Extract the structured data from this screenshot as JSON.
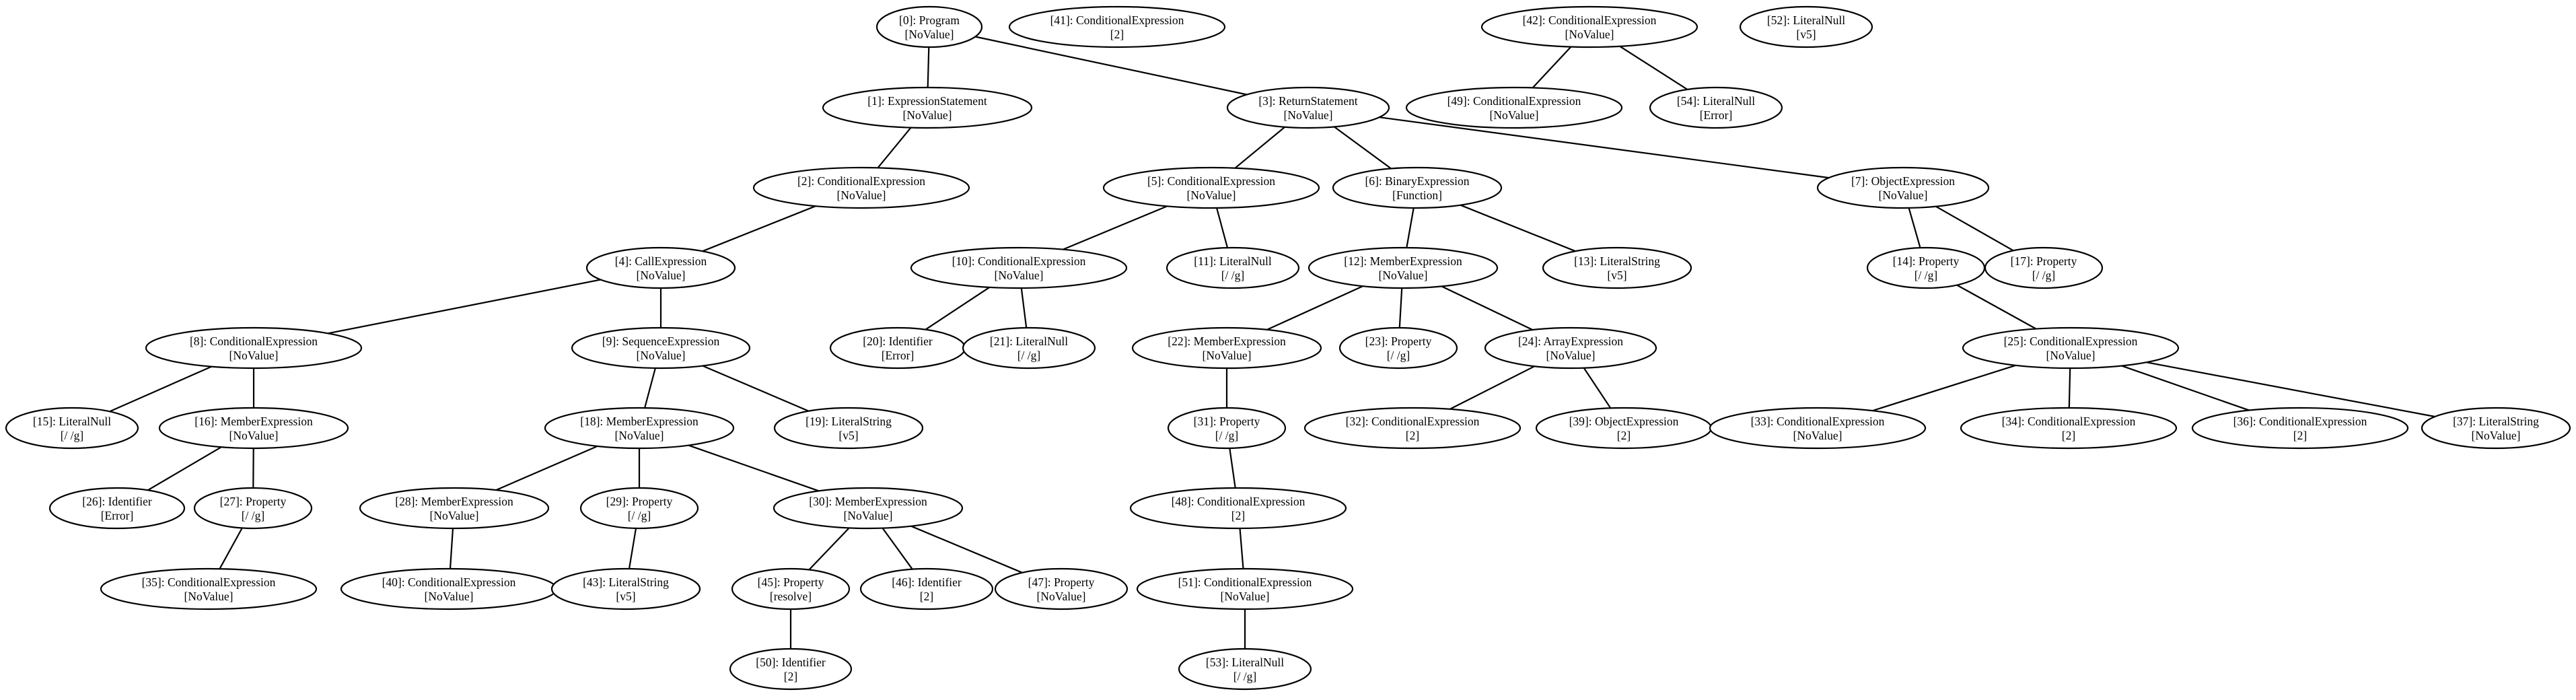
{
  "nodes": [
    {
      "id": 0,
      "line1": "[0]: Program",
      "line2": "[NoValue]"
    },
    {
      "id": 41,
      "line1": "[41]: ConditionalExpression",
      "line2": "[2]"
    },
    {
      "id": 42,
      "line1": "[42]: ConditionalExpression",
      "line2": "[NoValue]"
    },
    {
      "id": 52,
      "line1": "[52]: LiteralNull",
      "line2": "[v5]"
    },
    {
      "id": 1,
      "line1": "[1]: ExpressionStatement",
      "line2": "[NoValue]"
    },
    {
      "id": 3,
      "line1": "[3]: ReturnStatement",
      "line2": "[NoValue]"
    },
    {
      "id": 49,
      "line1": "[49]: ConditionalExpression",
      "line2": "[NoValue]"
    },
    {
      "id": 54,
      "line1": "[54]: LiteralNull",
      "line2": "[Error]"
    },
    {
      "id": 2,
      "line1": "[2]: ConditionalExpression",
      "line2": "[NoValue]"
    },
    {
      "id": 5,
      "line1": "[5]: ConditionalExpression",
      "line2": "[NoValue]"
    },
    {
      "id": 6,
      "line1": "[6]: BinaryExpression",
      "line2": "[Function]"
    },
    {
      "id": 7,
      "line1": "[7]: ObjectExpression",
      "line2": "[NoValue]"
    },
    {
      "id": 4,
      "line1": "[4]: CallExpression",
      "line2": "[NoValue]"
    },
    {
      "id": 10,
      "line1": "[10]: ConditionalExpression",
      "line2": "[NoValue]"
    },
    {
      "id": 11,
      "line1": "[11]: LiteralNull",
      "line2": "[/ /g]"
    },
    {
      "id": 12,
      "line1": "[12]: MemberExpression",
      "line2": "[NoValue]"
    },
    {
      "id": 13,
      "line1": "[13]: LiteralString",
      "line2": "[v5]"
    },
    {
      "id": 14,
      "line1": "[14]: Property",
      "line2": "[/ /g]"
    },
    {
      "id": 17,
      "line1": "[17]: Property",
      "line2": "[/ /g]"
    },
    {
      "id": 8,
      "line1": "[8]: ConditionalExpression",
      "line2": "[NoValue]"
    },
    {
      "id": 9,
      "line1": "[9]: SequenceExpression",
      "line2": "[NoValue]"
    },
    {
      "id": 20,
      "line1": "[20]: Identifier",
      "line2": "[Error]"
    },
    {
      "id": 21,
      "line1": "[21]: LiteralNull",
      "line2": "[/ /g]"
    },
    {
      "id": 22,
      "line1": "[22]: MemberExpression",
      "line2": "[NoValue]"
    },
    {
      "id": 23,
      "line1": "[23]: Property",
      "line2": "[/ /g]"
    },
    {
      "id": 24,
      "line1": "[24]: ArrayExpression",
      "line2": "[NoValue]"
    },
    {
      "id": 25,
      "line1": "[25]: ConditionalExpression",
      "line2": "[NoValue]"
    },
    {
      "id": 15,
      "line1": "[15]: LiteralNull",
      "line2": "[/ /g]"
    },
    {
      "id": 16,
      "line1": "[16]: MemberExpression",
      "line2": "[NoValue]"
    },
    {
      "id": 18,
      "line1": "[18]: MemberExpression",
      "line2": "[NoValue]"
    },
    {
      "id": 19,
      "line1": "[19]: LiteralString",
      "line2": "[v5]"
    },
    {
      "id": 31,
      "line1": "[31]: Property",
      "line2": "[/ /g]"
    },
    {
      "id": 32,
      "line1": "[32]: ConditionalExpression",
      "line2": "[2]"
    },
    {
      "id": 39,
      "line1": "[39]: ObjectExpression",
      "line2": "[2]"
    },
    {
      "id": 33,
      "line1": "[33]: ConditionalExpression",
      "line2": "[NoValue]"
    },
    {
      "id": 34,
      "line1": "[34]: ConditionalExpression",
      "line2": "[2]"
    },
    {
      "id": 36,
      "line1": "[36]: ConditionalExpression",
      "line2": "[2]"
    },
    {
      "id": 37,
      "line1": "[37]: LiteralString",
      "line2": "[NoValue]"
    },
    {
      "id": 26,
      "line1": "[26]: Identifier",
      "line2": "[Error]"
    },
    {
      "id": 27,
      "line1": "[27]: Property",
      "line2": "[/ /g]"
    },
    {
      "id": 28,
      "line1": "[28]: MemberExpression",
      "line2": "[NoValue]"
    },
    {
      "id": 29,
      "line1": "[29]: Property",
      "line2": "[/ /g]"
    },
    {
      "id": 30,
      "line1": "[30]: MemberExpression",
      "line2": "[NoValue]"
    },
    {
      "id": 48,
      "line1": "[48]: ConditionalExpression",
      "line2": "[2]"
    },
    {
      "id": 35,
      "line1": "[35]: ConditionalExpression",
      "line2": "[NoValue]"
    },
    {
      "id": 40,
      "line1": "[40]: ConditionalExpression",
      "line2": "[NoValue]"
    },
    {
      "id": 43,
      "line1": "[43]: LiteralString",
      "line2": "[v5]"
    },
    {
      "id": 45,
      "line1": "[45]: Property",
      "line2": "[resolve]"
    },
    {
      "id": 46,
      "line1": "[46]: Identifier",
      "line2": "[2]"
    },
    {
      "id": 47,
      "line1": "[47]: Property",
      "line2": "[NoValue]"
    },
    {
      "id": 51,
      "line1": "[51]: ConditionalExpression",
      "line2": "[NoValue]"
    },
    {
      "id": 50,
      "line1": "[50]: Identifier",
      "line2": "[2]"
    },
    {
      "id": 53,
      "line1": "[53]: LiteralNull",
      "line2": "[/ /g]"
    }
  ],
  "edges": [
    [
      0,
      1
    ],
    [
      0,
      3
    ],
    [
      42,
      49
    ],
    [
      42,
      54
    ],
    [
      1,
      2
    ],
    [
      3,
      5
    ],
    [
      3,
      6
    ],
    [
      3,
      7
    ],
    [
      2,
      4
    ],
    [
      5,
      10
    ],
    [
      5,
      11
    ],
    [
      6,
      12
    ],
    [
      6,
      13
    ],
    [
      7,
      14
    ],
    [
      7,
      17
    ],
    [
      4,
      8
    ],
    [
      4,
      9
    ],
    [
      10,
      20
    ],
    [
      10,
      21
    ],
    [
      12,
      22
    ],
    [
      12,
      23
    ],
    [
      12,
      24
    ],
    [
      14,
      25
    ],
    [
      8,
      15
    ],
    [
      8,
      16
    ],
    [
      9,
      18
    ],
    [
      9,
      19
    ],
    [
      22,
      31
    ],
    [
      24,
      32
    ],
    [
      24,
      39
    ],
    [
      25,
      33
    ],
    [
      25,
      34
    ],
    [
      25,
      36
    ],
    [
      25,
      37
    ],
    [
      16,
      26
    ],
    [
      16,
      27
    ],
    [
      18,
      28
    ],
    [
      18,
      29
    ],
    [
      18,
      30
    ],
    [
      31,
      48
    ],
    [
      27,
      35
    ],
    [
      28,
      40
    ],
    [
      29,
      43
    ],
    [
      30,
      45
    ],
    [
      30,
      46
    ],
    [
      30,
      47
    ],
    [
      48,
      51
    ],
    [
      45,
      50
    ],
    [
      51,
      53
    ]
  ]
}
